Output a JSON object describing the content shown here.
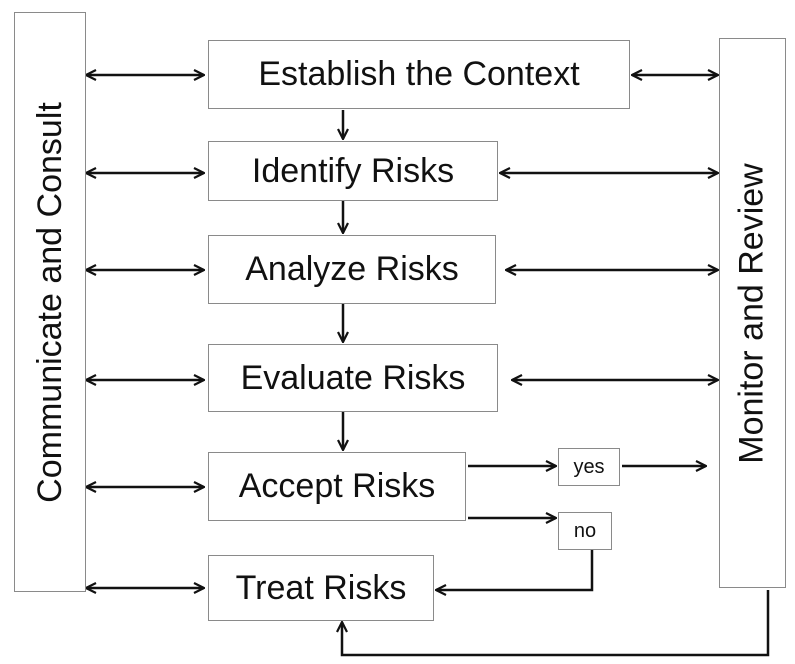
{
  "left_bar": {
    "label": "Communicate and Consult"
  },
  "right_bar": {
    "label": "Monitor and Review"
  },
  "steps": [
    {
      "label": "Establish the Context"
    },
    {
      "label": "Identify Risks"
    },
    {
      "label": "Analyze Risks"
    },
    {
      "label": "Evaluate Risks"
    },
    {
      "label": "Accept Risks"
    },
    {
      "label": "Treat Risks"
    }
  ],
  "decision": {
    "yes": "yes",
    "no": "no"
  }
}
